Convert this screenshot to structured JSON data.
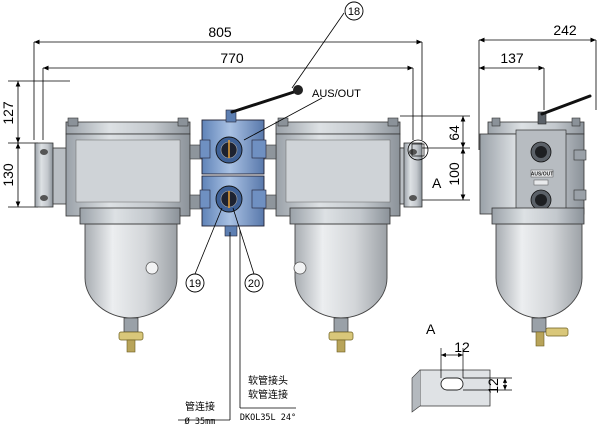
{
  "dimensions": {
    "overall_width": "805",
    "bolt_spacing": "770",
    "upper_height": "127",
    "lower_height": "130",
    "side_width": "242",
    "side_depth": "137",
    "port_upper": "64",
    "port_span": "100",
    "slot_width": "12",
    "slot_height": "12"
  },
  "callouts": {
    "c18": "18",
    "c19": "19",
    "c20": "20"
  },
  "labels": {
    "outlet": "AUS/OUT",
    "view_a": "A",
    "detail_a": "A",
    "side_port": "AUS/OUT"
  },
  "notes": {
    "pipe_connection": "管连接",
    "pipe_diameter": "Ø 35mm",
    "hose_fitting": "软管接头",
    "hose_connection": "软管连接",
    "hose_spec": "DKOL35L 24°"
  },
  "colors": {
    "line": "#000000",
    "steel": "#c8cdd2",
    "steel_dark": "#8e959c",
    "valve_blue": "#7fa0cf",
    "bowl": "#cfd3d7",
    "brass": "#d9c77a"
  }
}
